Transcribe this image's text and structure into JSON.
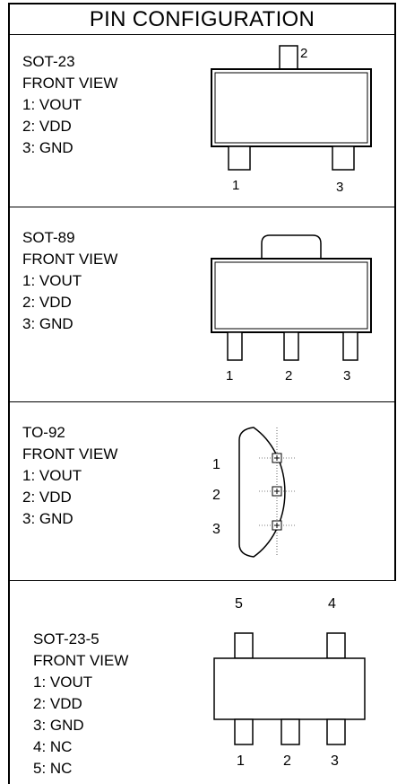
{
  "title": "PIN CONFIGURATION",
  "packages": [
    {
      "name": "SOT-23",
      "view": "FRONT VIEW",
      "pins": [
        "1: VOUT",
        "2: VDD",
        "3: GND"
      ],
      "labels": {
        "top": "2",
        "bottom_left": "1",
        "bottom_right": "3"
      }
    },
    {
      "name": "SOT-89",
      "view": "FRONT VIEW",
      "pins": [
        "1: VOUT",
        "2: VDD",
        "3: GND"
      ],
      "labels": {
        "p1": "1",
        "p2": "2",
        "p3": "3"
      }
    },
    {
      "name": "TO-92",
      "view": "FRONT VIEW",
      "pins": [
        "1: VOUT",
        "2: VDD",
        "3: GND"
      ],
      "labels": {
        "p1": "1",
        "p2": "2",
        "p3": "3"
      }
    },
    {
      "name": "SOT-23-5",
      "view": "FRONT VIEW",
      "pins": [
        "1: VOUT",
        "2: VDD",
        "3: GND",
        "4: NC",
        "5: NC"
      ],
      "labels": {
        "p5": "5",
        "p4": "4",
        "p1": "1",
        "p2": "2",
        "p3": "3"
      }
    }
  ]
}
